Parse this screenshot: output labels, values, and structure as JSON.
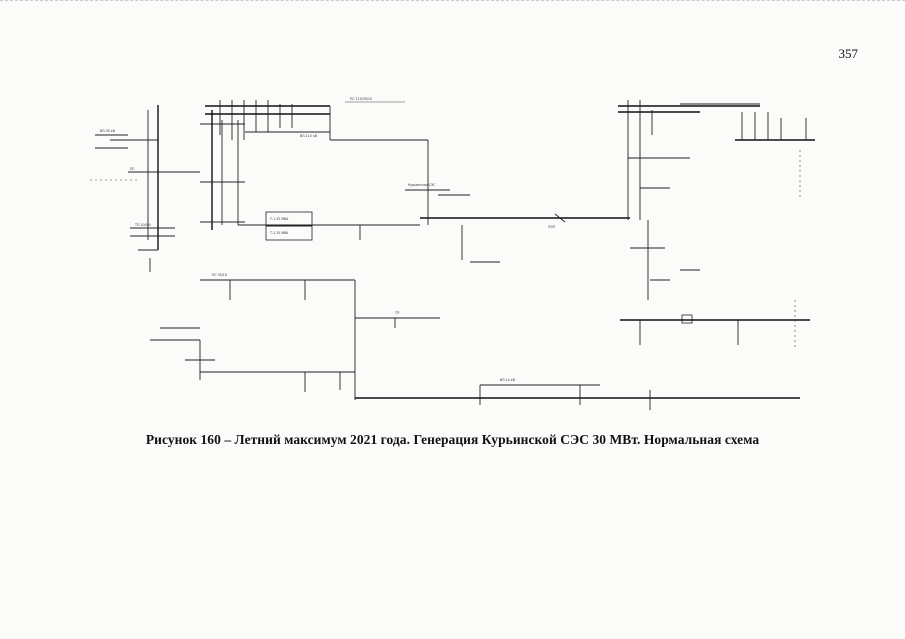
{
  "page": {
    "number": "357",
    "caption": "Рисунок 160 – Летний максимум 2021 года. Генерация Курьинской СЭС 30 МВт. Нормальная схема"
  },
  "diagram": {
    "type": "single-line electrical network diagram",
    "stroke_color": "#222222"
  }
}
